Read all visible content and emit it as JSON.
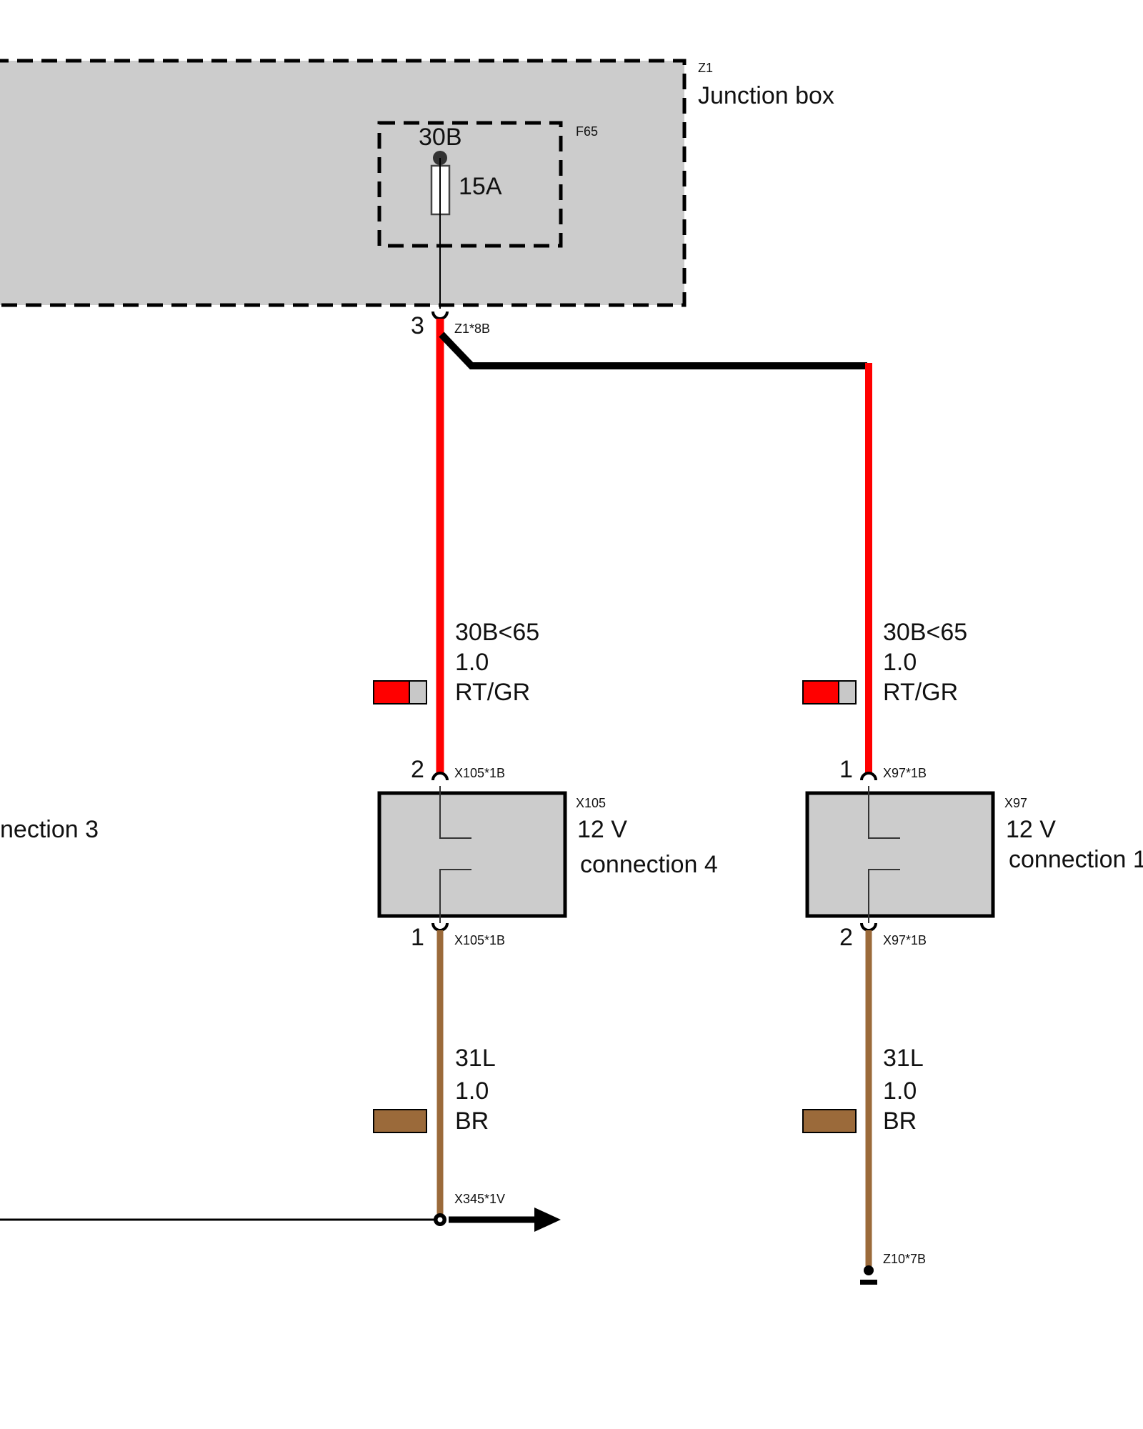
{
  "junction_box": {
    "ref": "Z1",
    "name": "Junction box",
    "fuse_ref": "F65",
    "fuse_terminal": "30B",
    "fuse_rating": "15A",
    "output_pin": "3",
    "output_connector": "Z1*8B"
  },
  "wire_left_top": {
    "signal": "30B<65",
    "size": "1.0",
    "color_code": "RT/GR"
  },
  "wire_right_top": {
    "signal": "30B<65",
    "size": "1.0",
    "color_code": "RT/GR"
  },
  "connector_x105": {
    "ref": "X105",
    "voltage": "12 V",
    "name": "connection 4",
    "top_pin": "2",
    "top_conn": "X105*1B",
    "bottom_pin": "1",
    "bottom_conn": "X105*1B"
  },
  "connector_x97": {
    "ref": "X97",
    "voltage": "12 V",
    "name": "connection 1",
    "top_pin": "1",
    "top_conn": "X97*1B",
    "bottom_pin": "2",
    "bottom_conn": "X97*1B"
  },
  "left_partial_label": "nection 3",
  "wire_left_bottom": {
    "signal": "31L",
    "size": "1.0",
    "color_code": "BR"
  },
  "wire_right_bottom": {
    "signal": "31L",
    "size": "1.0",
    "color_code": "BR"
  },
  "splice_label": "X345*1V",
  "ground_label": "Z10*7B",
  "colors": {
    "red": "#ff0000",
    "brown": "#9b6a3a",
    "box_fill": "#cccccc",
    "green_swatch": "#c8c8c8",
    "black": "#000000"
  }
}
